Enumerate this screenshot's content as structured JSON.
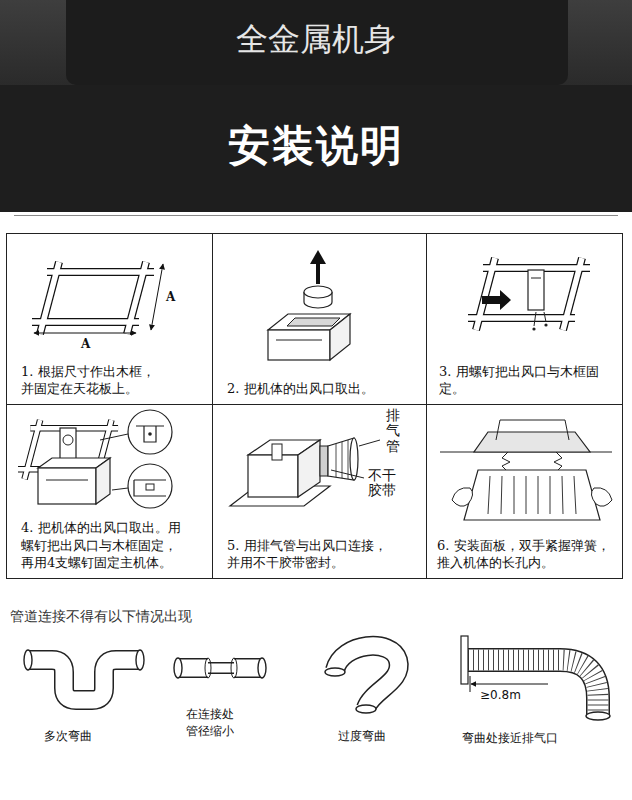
{
  "diagram": {
    "title": "安装说明",
    "nodes": [
      {
        "text": [
          "1. 根据尺寸作出木框， 并固定在天花板上。"
        ]
      },
      {
        "text": [
          "2. 把机体的出风口取出。"
        ]
      },
      {
        "text": [
          "3. 用螺钉把出风口与木框固 定。"
        ]
      },
      {
        "text": [
          "4. 把机体的出风口取出。用 螺钉把出风口与木框固定， 再用4支螺钉固定主机体。"
        ]
      },
      {
        "text": [
          "5. 用排气管与出风口连接， 并用不干胶带密封。"
        ]
      },
      {
        "text": [
          "6. 安装面板，双手紧握弹簧， 推入机体的长孔内。"
        ]
      }
    ],
    "labels": [
      "全金属机身",
      "A",
      "A",
      "排气管",
      "不干 胶带",
      "管道连接不得有以下情况出现",
      "多次弯曲",
      "在连接处 管径缩小",
      "过度弯曲",
      "≥0.8m",
      "弯曲处接近排气口"
    ]
  }
}
